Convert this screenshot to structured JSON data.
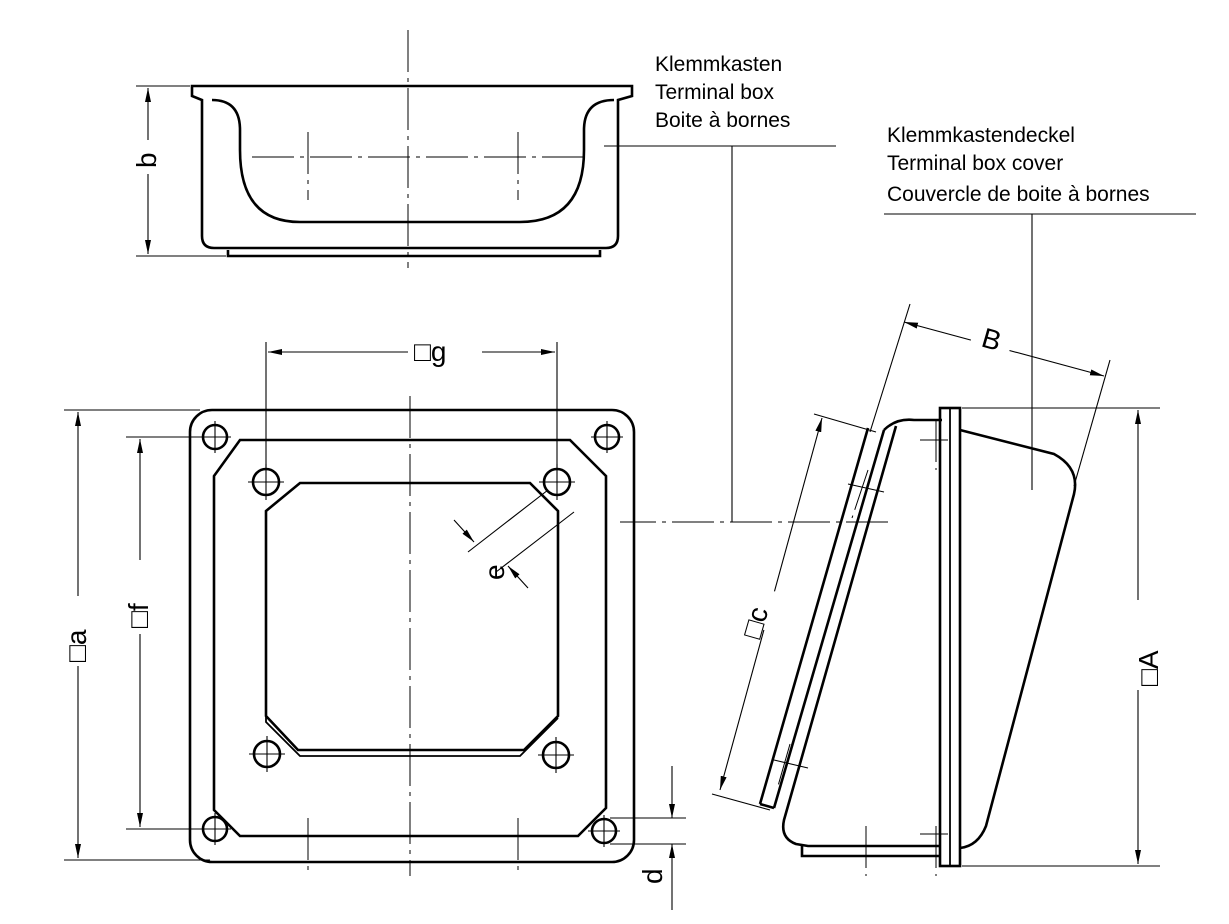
{
  "labels": {
    "terminal_box": [
      "Klemmkasten",
      "Terminal box",
      "Boite à bornes"
    ],
    "terminal_box_cover": [
      "Klemmkastendeckel",
      "Terminal box cover",
      "Couvercle de boite à bornes"
    ]
  },
  "dimensions": {
    "a": "□a",
    "b": "b",
    "c": "□c",
    "d": "d",
    "e": "e",
    "f": "□f",
    "g": "□g",
    "A": "□A",
    "B": "B"
  }
}
